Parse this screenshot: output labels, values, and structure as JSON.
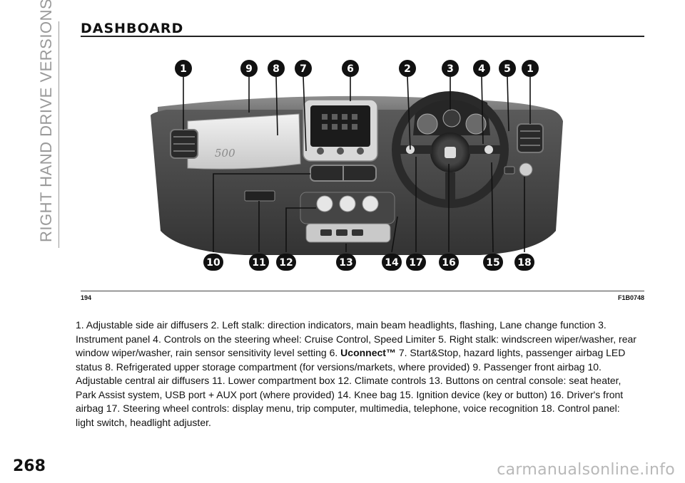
{
  "side_title": "RIGHT HAND DRIVE VERSIONS",
  "page_number": "268",
  "section_title": "DASHBOARD",
  "figure": {
    "number": "194",
    "code": "F1B0748",
    "callouts_top": [
      "1",
      "9",
      "8",
      "7",
      "6",
      "2",
      "3",
      "4",
      "5",
      "1"
    ],
    "callouts_bottom": [
      "10",
      "11",
      "12",
      "13",
      "14",
      "17",
      "16",
      "15",
      "18"
    ],
    "badge_text": "500"
  },
  "caption": {
    "part1": "1. Adjustable side air diffusers   2. Left stalk: direction indicators, main beam headlights, flashing, Lane change function   3. Instrument panel   4. Controls on the steering wheel: Cruise Control, Speed Limiter   5. Right stalk: windscreen wiper/washer, rear window wiper/washer, rain sensor sensitivity level setting   6. ",
    "brand": "Uconnect™",
    "part2": "   7. Start&Stop, hazard lights, passenger airbag LED status   8. Refrigerated upper storage compartment (for versions/markets, where provided)   9. Passenger front airbag   10. Adjustable central air diffusers   11. Lower compartment box   12. Climate controls   13. Buttons on central console: seat heater, Park Assist system, USB port + AUX port (where provided)   14. Knee bag   15. Ignition device (key or button)   16. Driver's front airbag   17. Steering wheel controls: display menu, trip computer, multimedia, telephone, voice recognition   18. Control panel: light switch, headlight adjuster."
  },
  "watermark": "carmanualsonline.info"
}
